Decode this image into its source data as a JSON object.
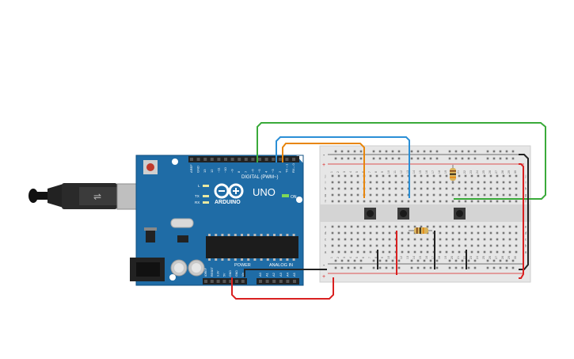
{
  "board": {
    "model": "UNO",
    "brand": "ARDUINO",
    "digital_header": "DIGITAL (PWM~)",
    "power_header": "POWER",
    "analog_header": "ANALOG IN",
    "on_label": "ON",
    "led_labels": [
      "L",
      "TX",
      "RX"
    ],
    "top_pins": [
      "AREF",
      "GND",
      "13",
      "12",
      "~11",
      "~10",
      "~9",
      "8",
      "7",
      "~6",
      "~5",
      "4",
      "~3",
      "2",
      "TX→1",
      "RX←0"
    ],
    "power_pins": [
      "IOREF",
      "RESET",
      "3.3V",
      "5V",
      "GND",
      "GND",
      "Vin"
    ],
    "analog_pins": [
      "A0",
      "A1",
      "A2",
      "A3",
      "A4",
      "A5"
    ]
  },
  "breadboard": {
    "row_letters_top": [
      "j",
      "i",
      "h",
      "g",
      "f"
    ],
    "row_letters_bottom": [
      "e",
      "d",
      "c",
      "b",
      "a"
    ],
    "plus": "+",
    "minus": "-",
    "column_labels": [
      "1",
      "2",
      "3",
      "4",
      "5",
      "6",
      "7",
      "8",
      "9",
      "10",
      "11",
      "12",
      "13",
      "14",
      "15",
      "16",
      "17",
      "18",
      "19",
      "20",
      "21",
      "22",
      "23",
      "24",
      "25",
      "26",
      "27",
      "28",
      "29",
      "30"
    ]
  },
  "colors": {
    "board": "#1f6ca6",
    "board_dark": "#0f4f80",
    "breadboard": "#e6e6e6",
    "wire_green": "#3aaa3a",
    "wire_blue": "#2b8fd6",
    "wire_orange": "#e8860c",
    "wire_red": "#d92020",
    "wire_black": "#222222",
    "resistor": "#d8b25a"
  }
}
